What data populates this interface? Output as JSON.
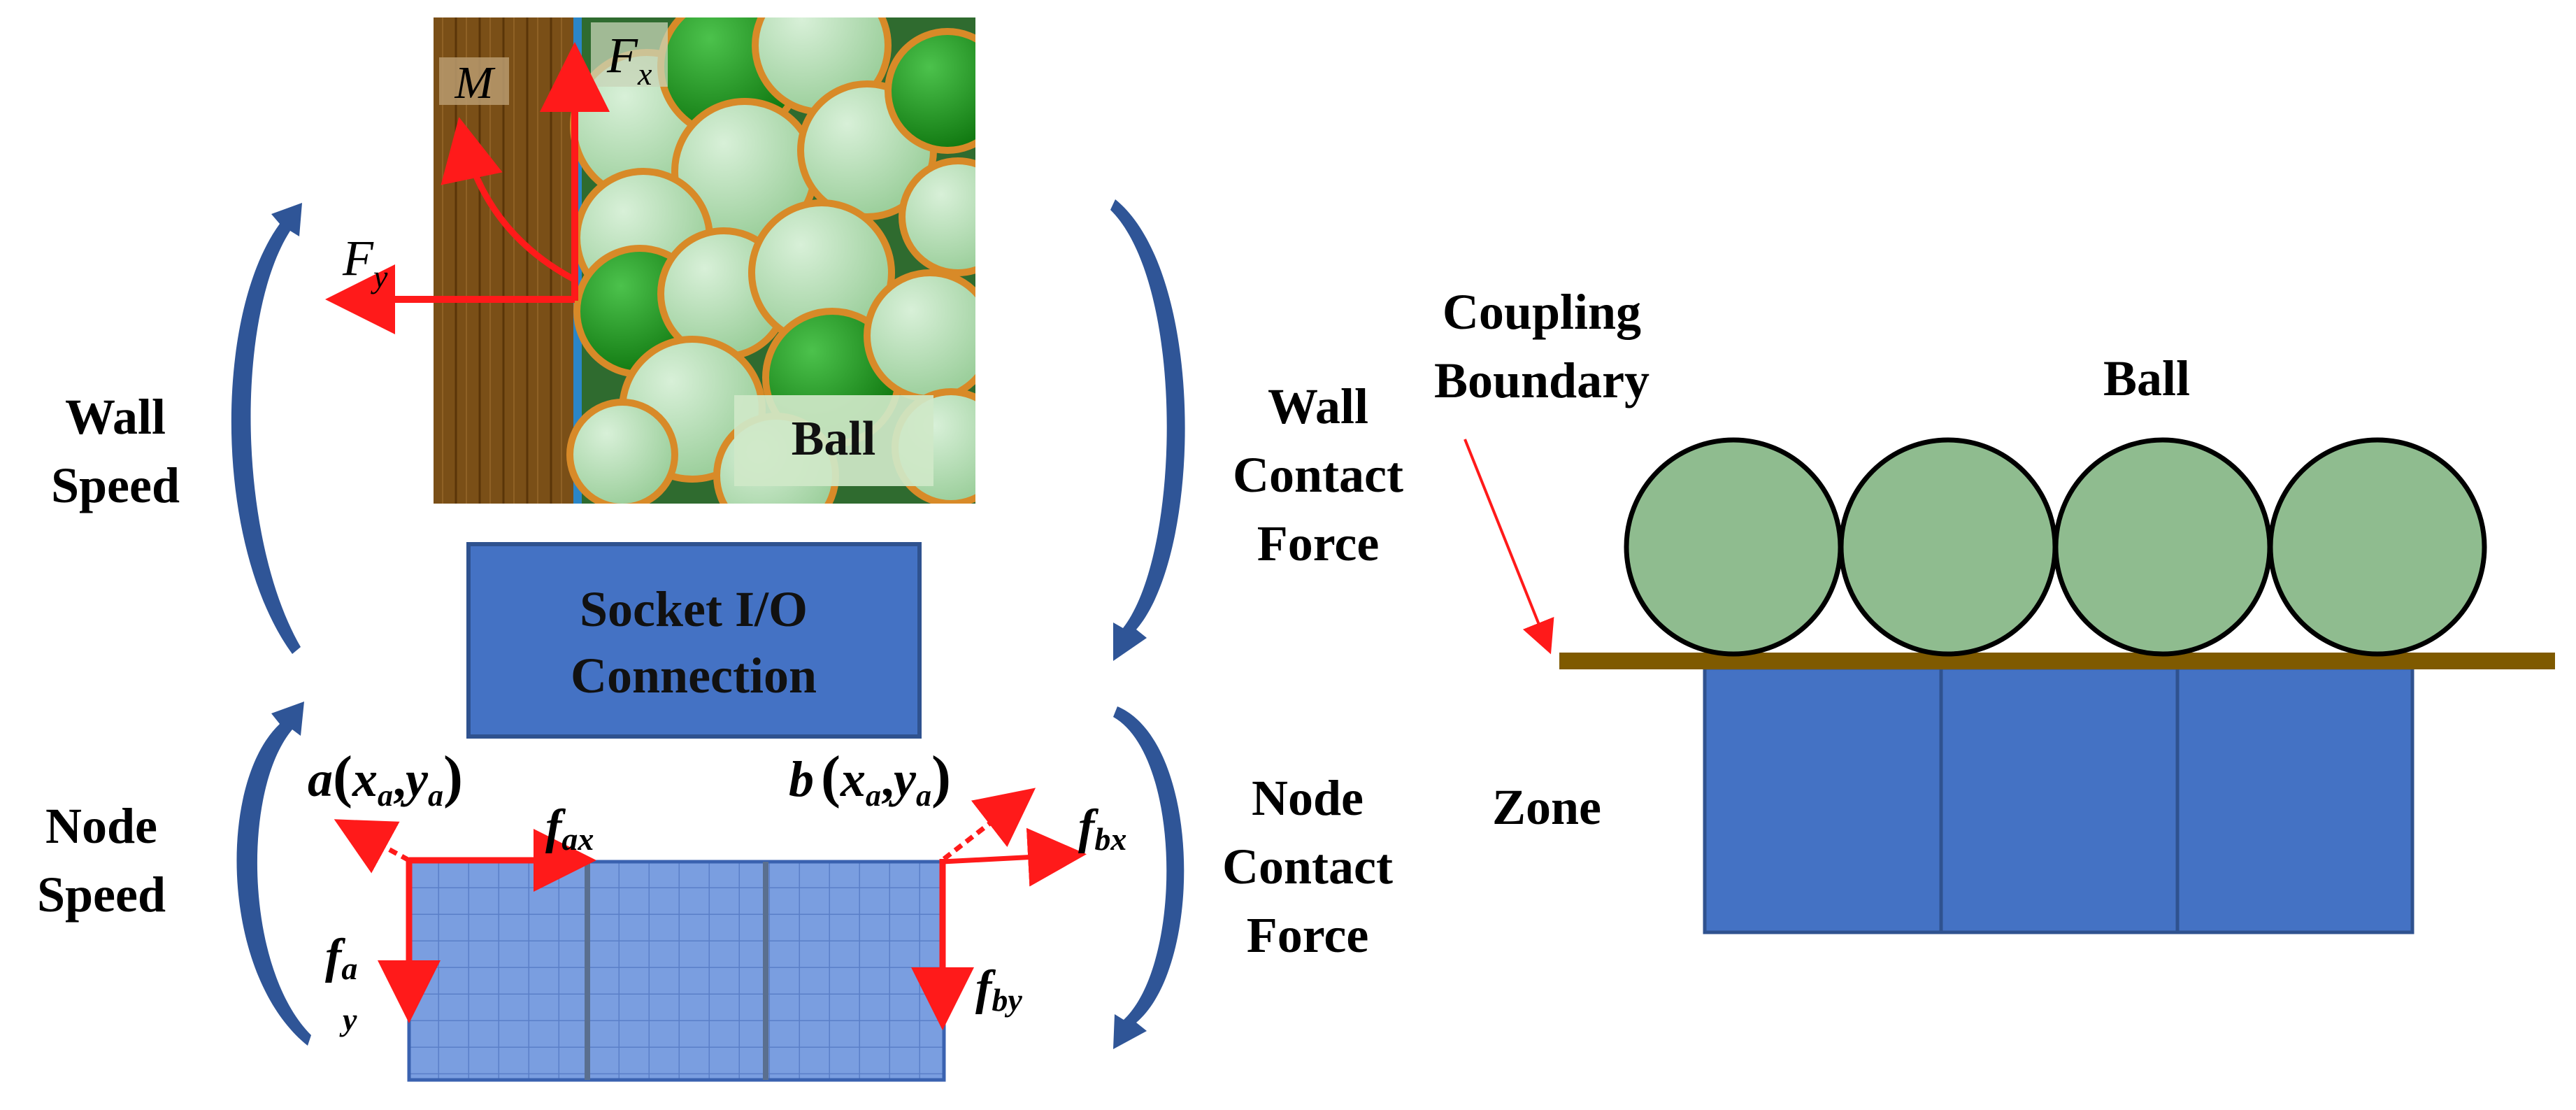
{
  "labels": {
    "wall_speed": [
      "Wall",
      "Speed"
    ],
    "wall_contact_force": [
      "Wall",
      "Contact",
      "Force"
    ],
    "node_speed": [
      "Node",
      "Speed"
    ],
    "node_contact_force": [
      "Node",
      "Contact",
      "Force"
    ],
    "socket": [
      "Socket I/O",
      "Connection"
    ],
    "ball_inset": "Ball",
    "coupling_boundary": [
      "Coupling",
      "Boundary"
    ],
    "ball_right": "Ball",
    "zone": "Zone"
  },
  "forces": {
    "M": "M",
    "Fx_main": "F",
    "Fx_sub": "x",
    "Fy_main": "F",
    "Fy_sub": "y",
    "point_a": "a",
    "point_b": "b",
    "coord_open": "(",
    "coord_x": "x",
    "coord_x_sub": "a",
    "coord_comma": ",",
    "coord_y": "y",
    "coord_y_sub": "a",
    "coord_close": ")",
    "f": "f",
    "fax_sub": "ax",
    "fbx_sub": "bx",
    "fay_sub_top": "a",
    "fay_sub_bottom": "y",
    "fby_sub": "by"
  },
  "colors": {
    "arrow_red": "#ff1a1a",
    "curved_arrow_blue": "#2f5597",
    "box_blue": "#4472c4",
    "ball_green": "#8fbc8f",
    "boundary_brown": "#7f5a00",
    "wall_brown": "#7a4f17"
  }
}
